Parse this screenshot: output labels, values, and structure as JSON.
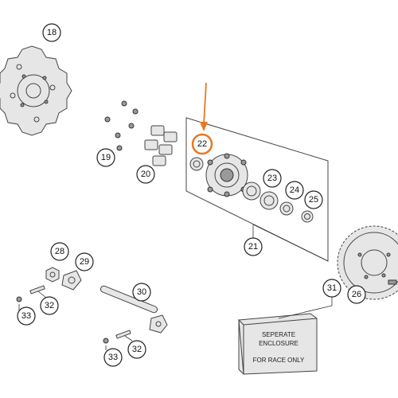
{
  "diagram": {
    "highlight_color": "#e87722",
    "callouts": {
      "c18": "18",
      "c19": "19",
      "c20": "20",
      "c21": "21",
      "c22": "22",
      "c23": "23",
      "c24": "24",
      "c25": "25",
      "c26": "26",
      "c28": "28",
      "c29": "29",
      "c30": "30",
      "c31": "31",
      "c32a": "32",
      "c32b": "32",
      "c33a": "33",
      "c33b": "33"
    },
    "enclosure": {
      "line1": "SEPERATE",
      "line2": "ENCLOSURE",
      "line3": "FOR RACE ONLY"
    }
  }
}
